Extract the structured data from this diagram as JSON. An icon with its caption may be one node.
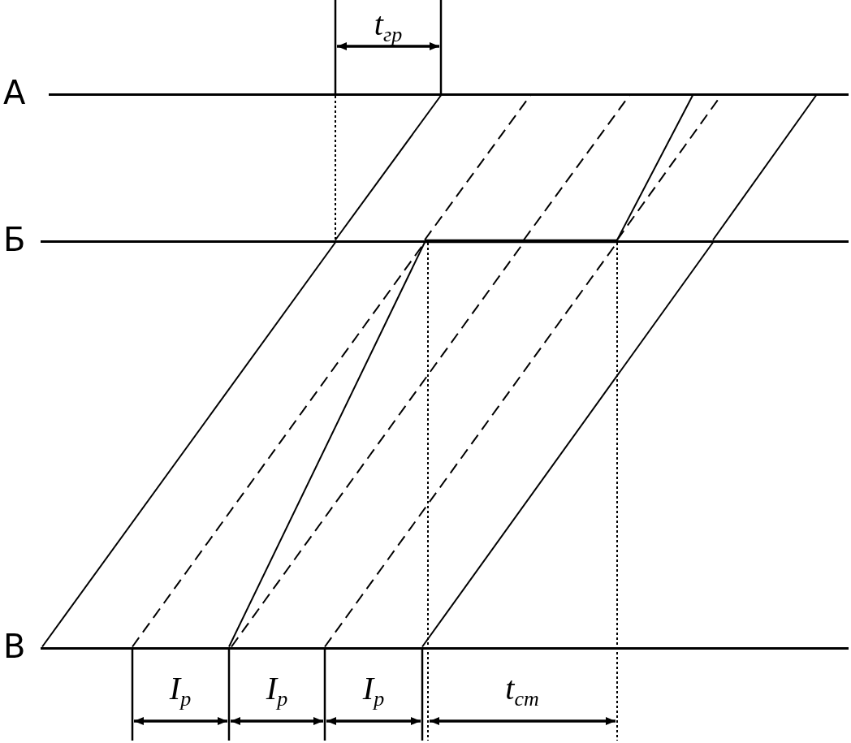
{
  "diagram": {
    "nodes": [
      {
        "text": [],
        "shape": "bar",
        "beside": [
          "А"
        ]
      },
      {
        "text": [],
        "shape": "bar",
        "beside": [
          "Б"
        ]
      },
      {
        "text": [],
        "shape": "bar",
        "beside": [
          "В"
        ]
      }
    ],
    "edges": [
      {
        "from": 2,
        "to": 1,
        "arrow": "none"
      },
      {
        "from": 1,
        "to": 0,
        "arrow": "none"
      },
      {
        "from": 2,
        "to": 1,
        "arrow": "none",
        "style": "dashed"
      },
      {
        "from": 1,
        "to": 0,
        "arrow": "none",
        "style": "dashed"
      },
      {
        "from": 2,
        "to": 1,
        "arrow": "none"
      },
      {
        "from": 1,
        "to": 0,
        "arrow": "none"
      },
      {
        "from": 2,
        "to": 1,
        "arrow": "none",
        "style": "dashed"
      },
      {
        "from": 1,
        "to": 0,
        "arrow": "none",
        "style": "dashed"
      },
      {
        "from": 2,
        "to": 1,
        "arrow": "none",
        "style": "dashed"
      },
      {
        "from": 1,
        "to": 0,
        "arrow": "none",
        "style": "dashed"
      },
      {
        "from": 2,
        "to": 1,
        "arrow": "none"
      },
      {
        "from": 1,
        "to": 0,
        "arrow": "none"
      }
    ],
    "labels": [
      "t$_{гр}$",
      "I$_{р}$",
      "I$_{р}$",
      "I$_{р}$",
      "t$_{ст}$"
    ]
  }
}
